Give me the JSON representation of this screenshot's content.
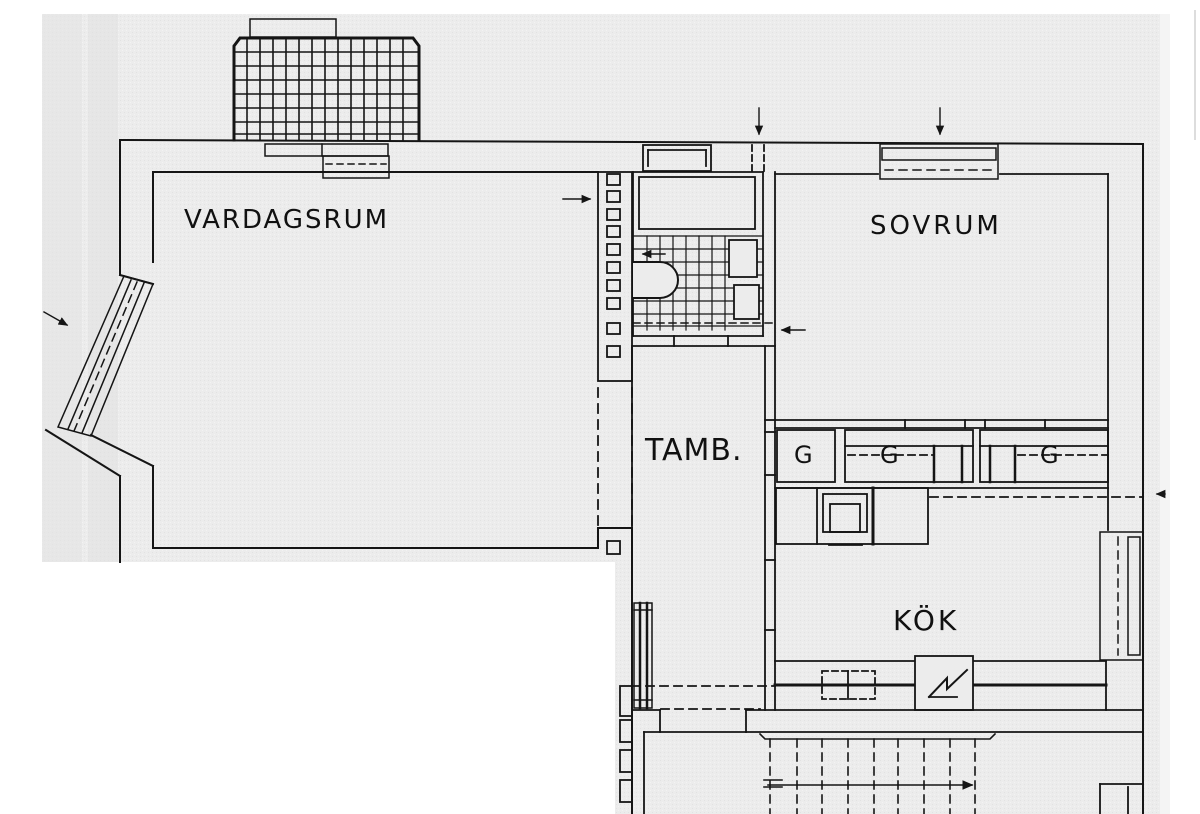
{
  "plan": {
    "type": "apartment floor plan",
    "colors": {
      "paper": "#eeeeee",
      "ink": "#151515",
      "background": "#ffffff"
    },
    "rooms": [
      {
        "id": "vardagsrum",
        "label": "VARDAGSRUM"
      },
      {
        "id": "sovrum",
        "label": "SOVRUM"
      },
      {
        "id": "tamb",
        "label": "TAMB."
      },
      {
        "id": "kok",
        "label": "KÖK"
      }
    ],
    "closets": [
      {
        "id": "g1",
        "label": "G"
      },
      {
        "id": "g2",
        "label": "G"
      },
      {
        "id": "g3",
        "label": "G"
      }
    ],
    "symbols": [
      "balcony-grid",
      "bathtub",
      "toilet",
      "sink",
      "stove",
      "electrical-panel",
      "staircase",
      "ventilation-shaft",
      "entry-arrows"
    ]
  }
}
